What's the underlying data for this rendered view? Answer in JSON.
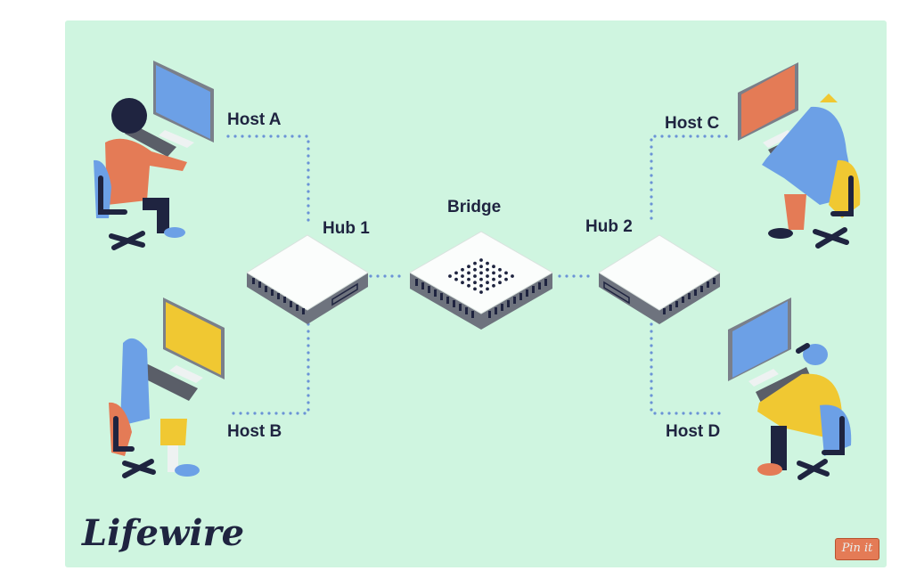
{
  "diagram": {
    "title": "Network bridge connecting two hubs",
    "nodes": [
      {
        "id": "host-a",
        "label": "Host A",
        "type": "host",
        "screen_color": "#6ca0e6",
        "shirt_color": "#e47b56",
        "chair_color": "#6ca0e6"
      },
      {
        "id": "host-b",
        "label": "Host B",
        "type": "host",
        "screen_color": "#f0c832",
        "shirt_color": "#6ca0e6",
        "chair_color": "#e47b56"
      },
      {
        "id": "host-c",
        "label": "Host C",
        "type": "host",
        "screen_color": "#e47b56",
        "shirt_color": "#6ca0e6",
        "chair_color": "#f0c832"
      },
      {
        "id": "host-d",
        "label": "Host D",
        "type": "host",
        "screen_color": "#6ca0e6",
        "shirt_color": "#f0c832",
        "chair_color": "#6ca0e6"
      },
      {
        "id": "hub-1",
        "label": "Hub 1",
        "type": "hub"
      },
      {
        "id": "bridge",
        "label": "Bridge",
        "type": "bridge"
      },
      {
        "id": "hub-2",
        "label": "Hub 2",
        "type": "hub"
      }
    ],
    "edges": [
      {
        "from": "host-a",
        "to": "hub-1"
      },
      {
        "from": "host-b",
        "to": "hub-1"
      },
      {
        "from": "hub-1",
        "to": "bridge"
      },
      {
        "from": "bridge",
        "to": "hub-2"
      },
      {
        "from": "hub-2",
        "to": "host-c"
      },
      {
        "from": "hub-2",
        "to": "host-d"
      }
    ]
  },
  "brand": {
    "logo_text": "Lifewire"
  },
  "pin_button": {
    "label": "Pin it"
  },
  "colors": {
    "background": "#cff5e0",
    "line": "#6b93d6",
    "text": "#1f2440",
    "device_top": "#ffffff",
    "device_side": "#7a7f8a",
    "pin": "#e47b56"
  }
}
